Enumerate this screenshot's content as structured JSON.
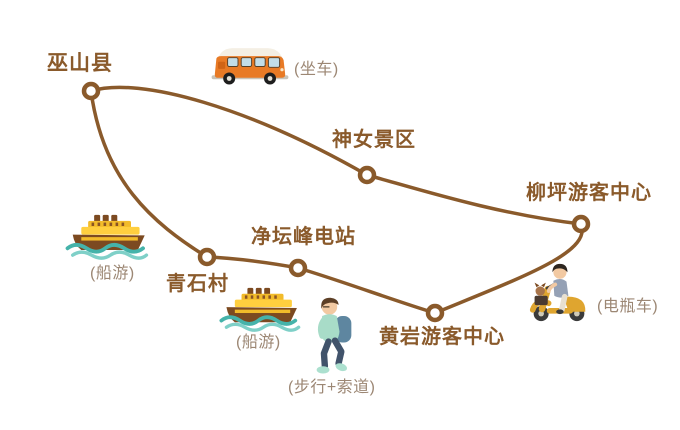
{
  "map": {
    "type": "tour-route-loop",
    "route": {
      "color": "#8a5a2b",
      "node_fill": "#ffffff",
      "stops": [
        {
          "name": "wushan",
          "label": "巫山县"
        },
        {
          "name": "shennv",
          "label": "神女景区"
        },
        {
          "name": "liuping",
          "label": "柳坪游客中心"
        },
        {
          "name": "huangyan",
          "label": "黄岩游客中心"
        },
        {
          "name": "jingtan",
          "label": "净坛峰电站"
        },
        {
          "name": "qingshi",
          "label": "青石村"
        }
      ],
      "legs": [
        {
          "name": "bus",
          "icon": "bus-icon",
          "caption": "(坐车)"
        },
        {
          "name": "scooter",
          "icon": "scooter-icon",
          "caption": "(电瓶车)"
        },
        {
          "name": "walk-cable",
          "icon": "hiker-icon",
          "caption": "(步行+索道)"
        },
        {
          "name": "boat-upper",
          "icon": "ship-icon",
          "caption": "(船游)"
        },
        {
          "name": "boat-lower",
          "icon": "ship-icon",
          "caption": "(船游)"
        }
      ]
    },
    "colors": {
      "label_text": "#8a5a2b",
      "caption_text": "#9c8774",
      "bus_body": "#e87a25",
      "ship_deck": "#f2bb2a",
      "ship_hull": "#7c4a21",
      "wave": "#45b3aa",
      "hiker_hoodie": "#a8dcc8",
      "scooter_body": "#dfa52f"
    }
  }
}
